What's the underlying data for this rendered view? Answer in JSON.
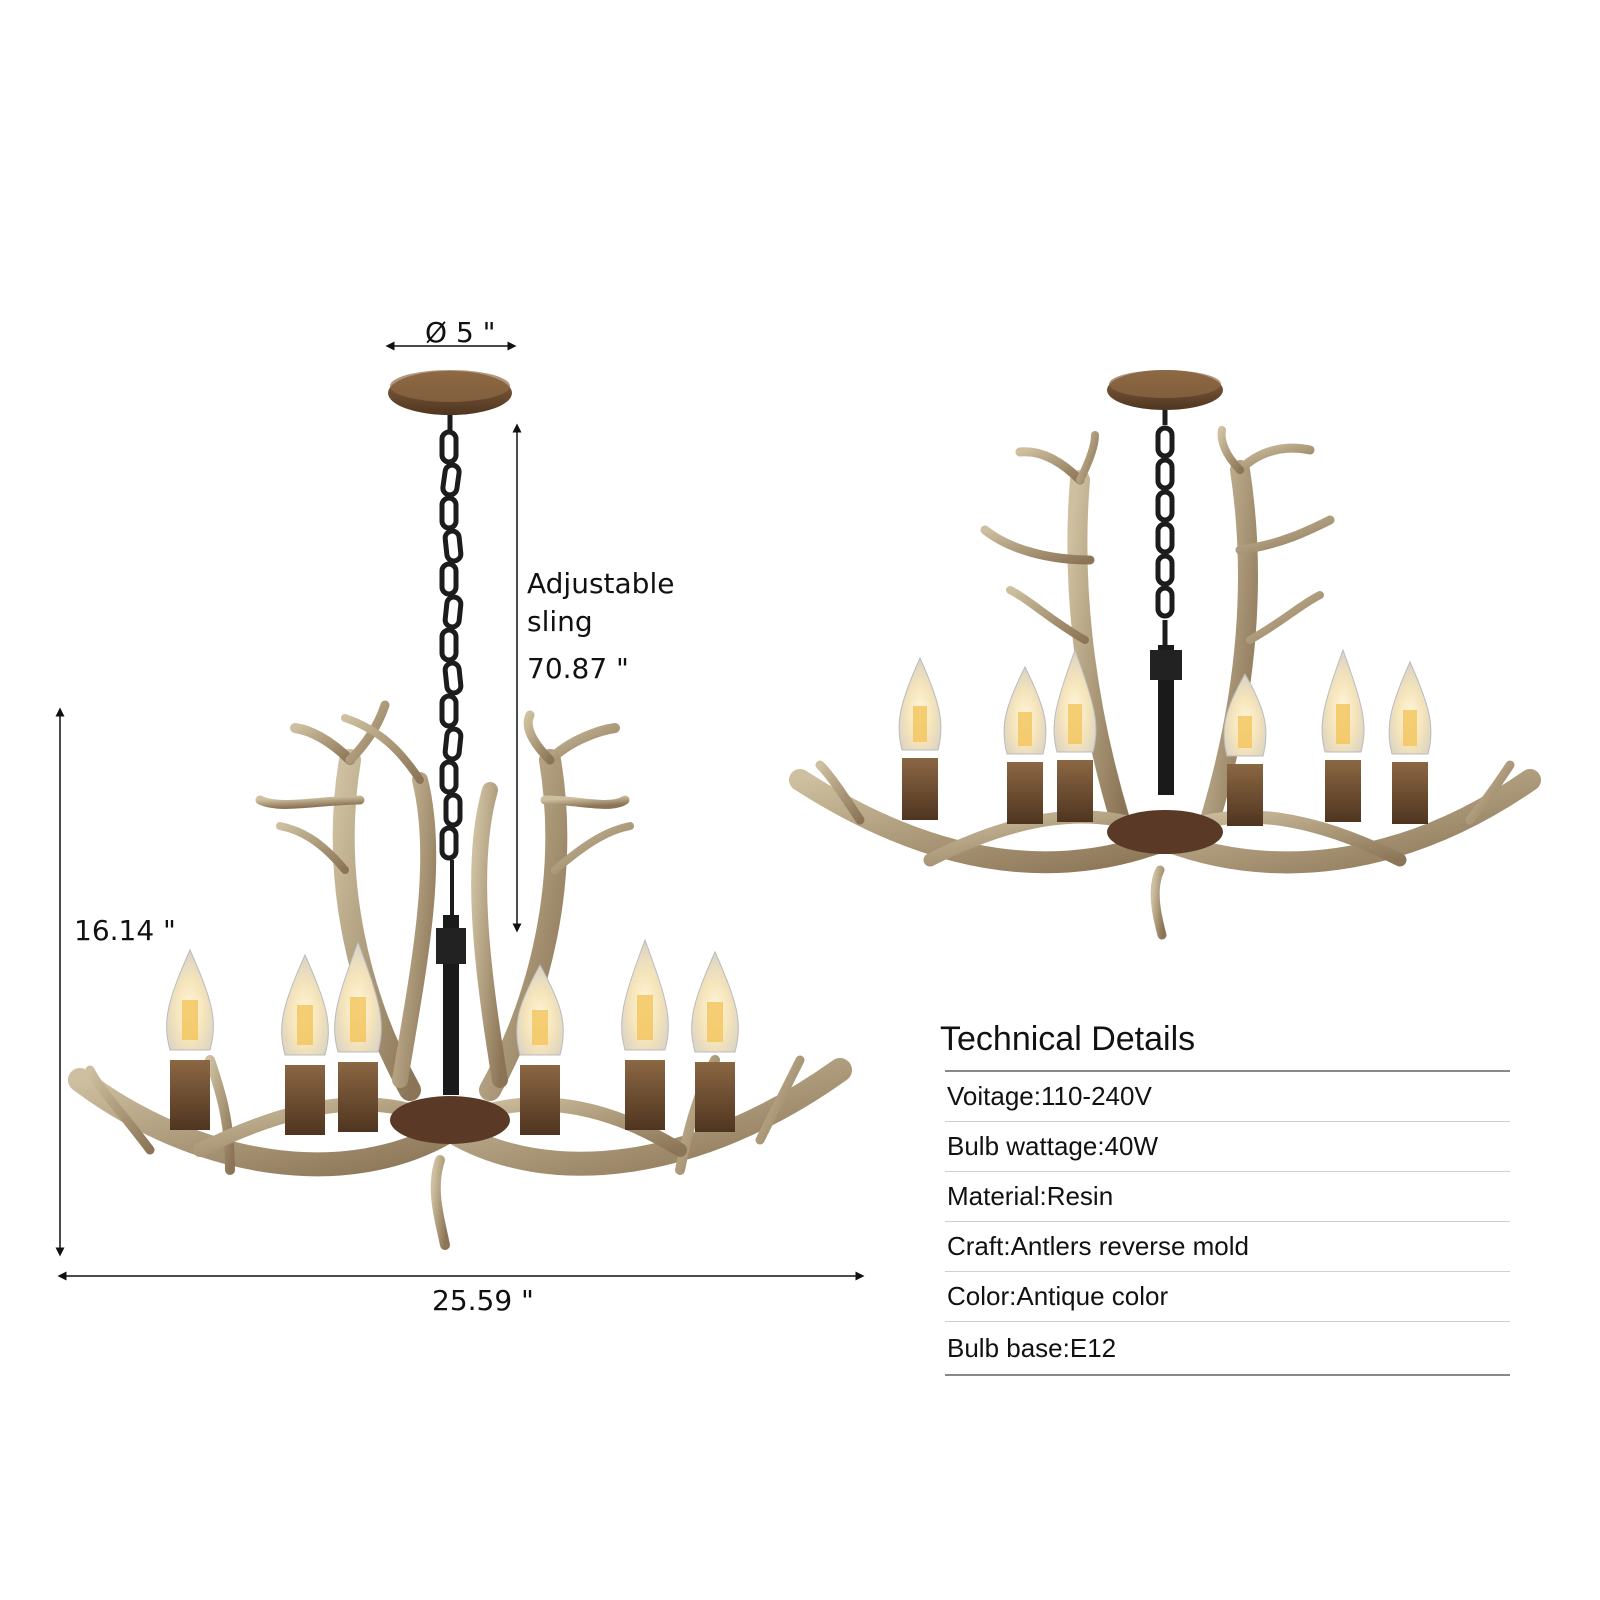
{
  "dimensions": {
    "canopy_diameter": "Ø 5 \"",
    "sling_label_line1": "Adjustable",
    "sling_label_line2": "sling",
    "sling_length": "70.87 \"",
    "height": "16.14 \"",
    "width": "25.59 \""
  },
  "technical_details": {
    "title": "Technical Details",
    "rows": [
      "Voitage:110-240V",
      "Bulb wattage:40W",
      "Material:Resin",
      "Craft:Antlers reverse mold",
      "Color:Antique color",
      "Bulb base:E12"
    ]
  },
  "colors": {
    "antler": "#a08a6c",
    "antler_light": "#cbbd9f",
    "wood": "#6b4a2e",
    "bulb_glow": "#f2c45a",
    "chain": "#222222"
  }
}
